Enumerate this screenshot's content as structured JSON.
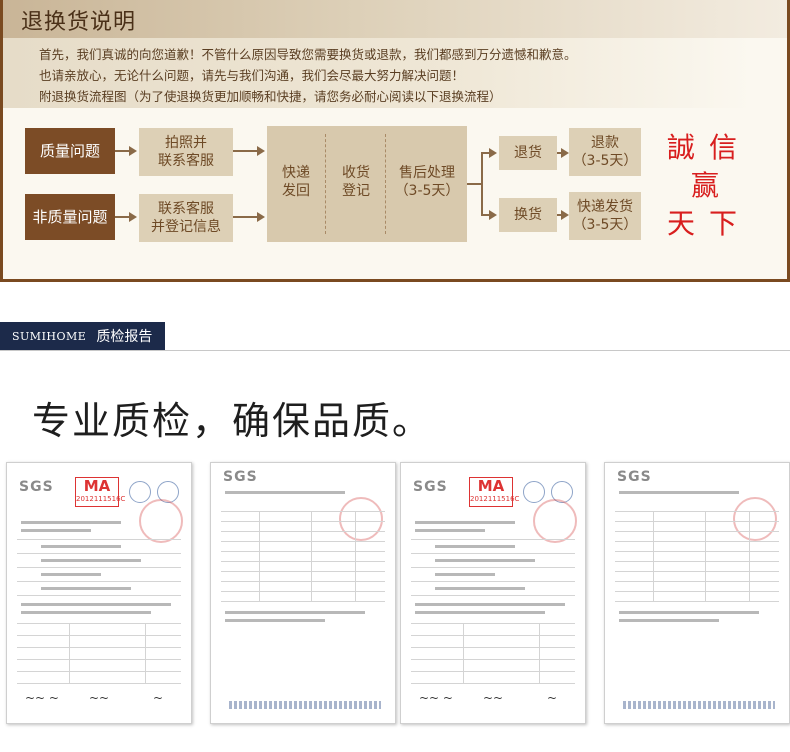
{
  "policy": {
    "title": "退换货说明",
    "lines": [
      "首先，我们真诚的向您道歉！不管什么原因导致您需要换货或退款，我们都感到万分遗憾和歉意。",
      "也请亲放心，无论什么问题，请先与我们沟通，我们会尽最大努力解决问题！",
      "附退换货流程图（为了使退换货更加顺畅和快捷，请您务必耐心阅读以下退换流程）"
    ],
    "flow": {
      "quality": "质量问题",
      "non_quality": "非质量问题",
      "photo_1": "拍照并",
      "photo_2": "联系客服",
      "contact_1": "联系客服",
      "contact_2": "并登记信息",
      "ship_1": "快递",
      "ship_2": "发回",
      "receive_1": "收货",
      "receive_2": "登记",
      "aftersale_1": "售后处理",
      "aftersale_2": "（3-5天）",
      "return": "退货",
      "exchange": "换货",
      "refund_1": "退款",
      "refund_2": "（3-5天）",
      "resend_1": "快递发货",
      "resend_2": "（3-5天）"
    },
    "slogan": {
      "line1": "誠信",
      "line2": "赢",
      "line3": "天下"
    }
  },
  "section": {
    "brand": "SUMIHOME",
    "name": "质检报告"
  },
  "headline": "专业质检，确保品质。",
  "reports": {
    "sgs": "SGS",
    "ma": "MA",
    "ma_year": "2012111516C"
  },
  "colors": {
    "brown_dark": "#7c4c26",
    "tan": "#ddd0b6",
    "slogan_red": "#d81e1e",
    "section_navy": "#1c2a4a"
  }
}
